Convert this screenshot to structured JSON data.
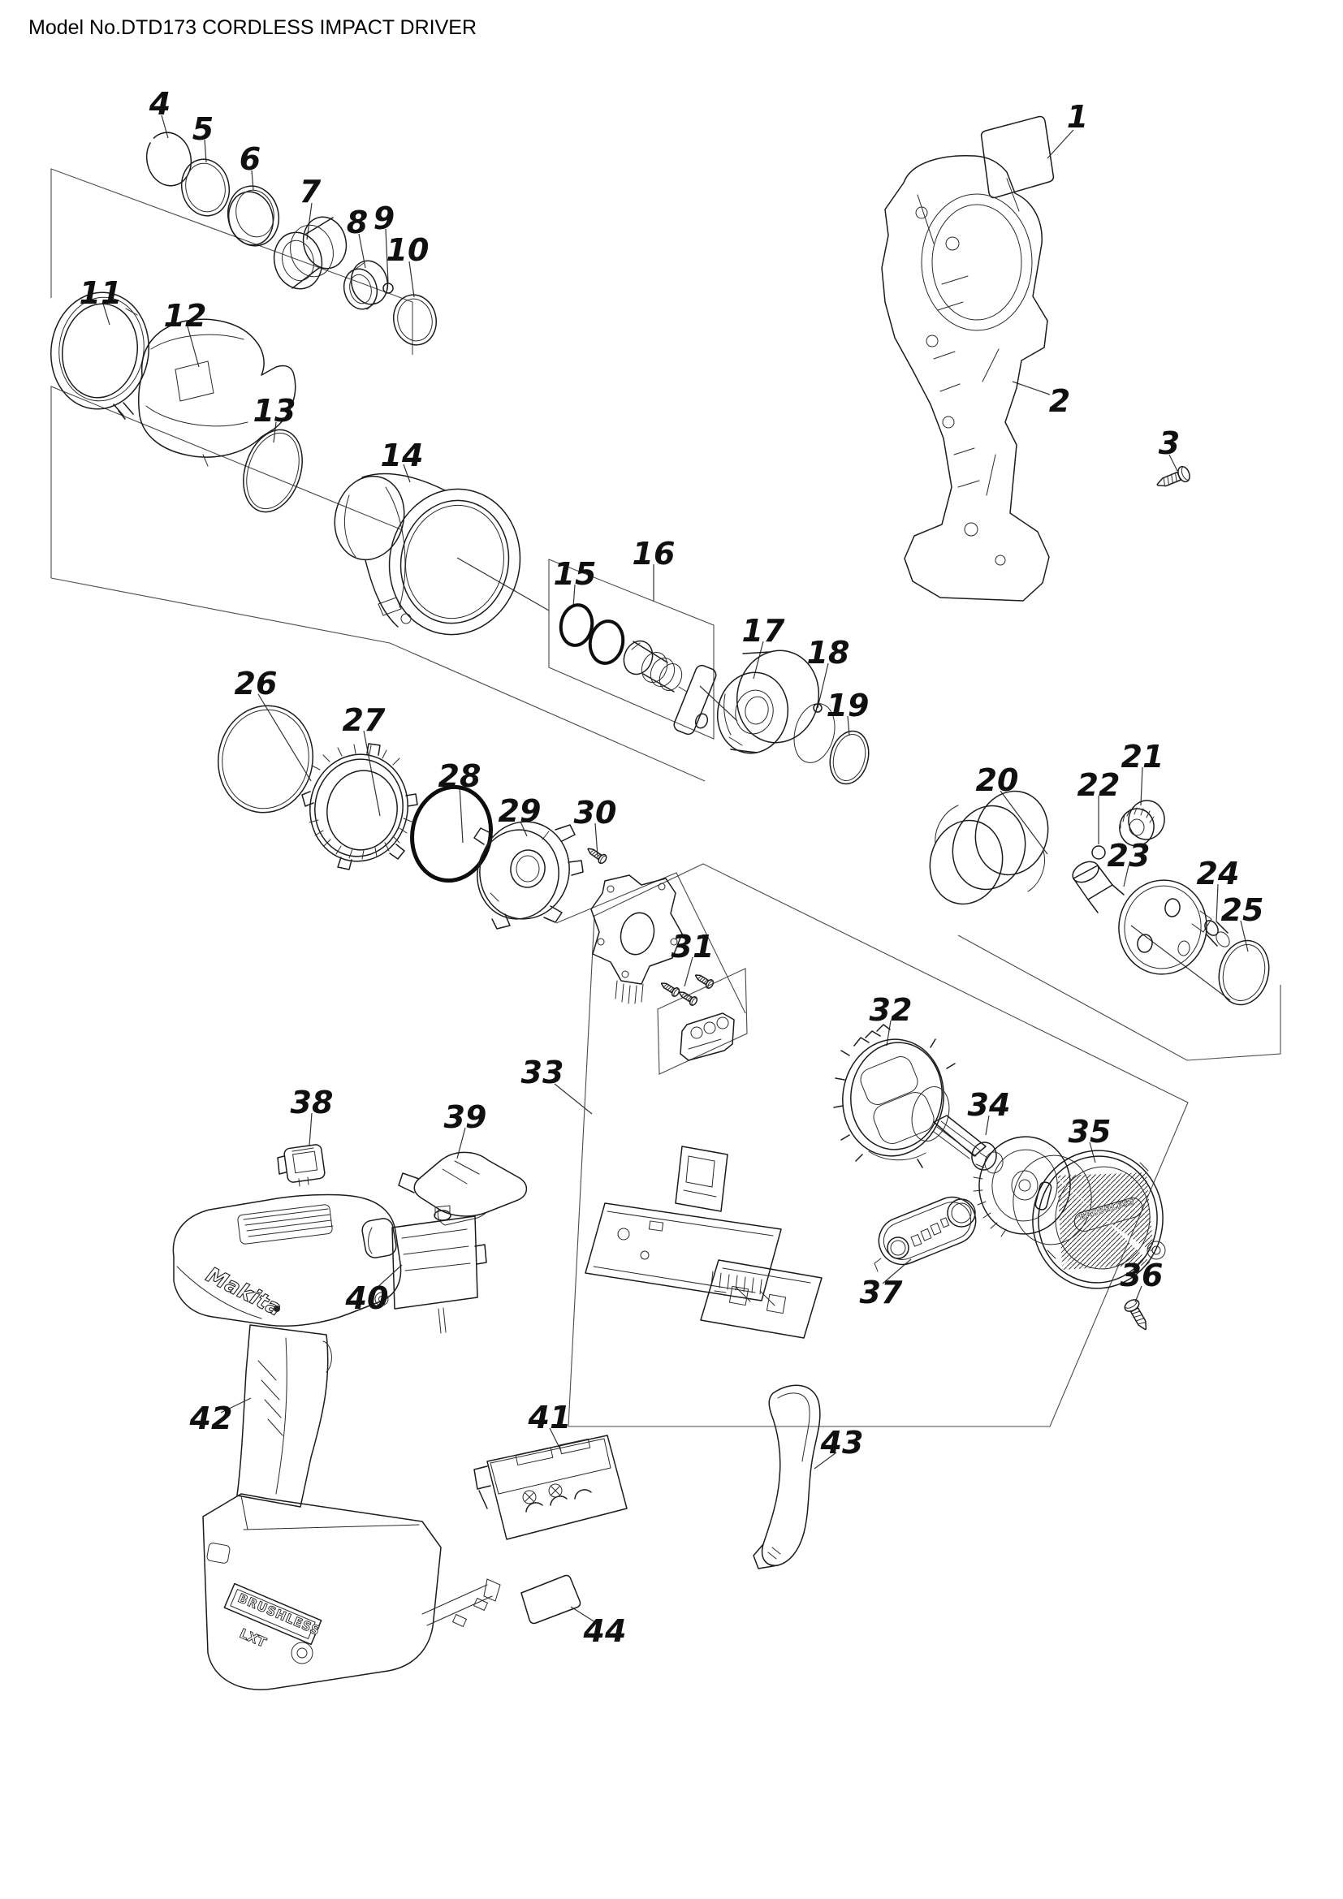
{
  "title": "Model No.DTD173 CORDLESS IMPACT DRIVER",
  "parts": [
    "1",
    "2",
    "3",
    "4",
    "5",
    "6",
    "7",
    "8",
    "9",
    "10",
    "11",
    "12",
    "13",
    "14",
    "15",
    "16",
    "17",
    "18",
    "19",
    "20",
    "21",
    "22",
    "23",
    "24",
    "25",
    "26",
    "27",
    "28",
    "29",
    "30",
    "31",
    "32",
    "33",
    "34",
    "35",
    "36",
    "37",
    "38",
    "39",
    "40",
    "41",
    "42",
    "43",
    "44"
  ],
  "branding": {
    "housing_logo": "Makita",
    "battery_text": "BRUSHLESS",
    "battery_text2": "LXT",
    "endcap_text": "BRUSHLESS"
  },
  "colors": {
    "line": "#1c1c1c",
    "background": "#ffffff"
  }
}
